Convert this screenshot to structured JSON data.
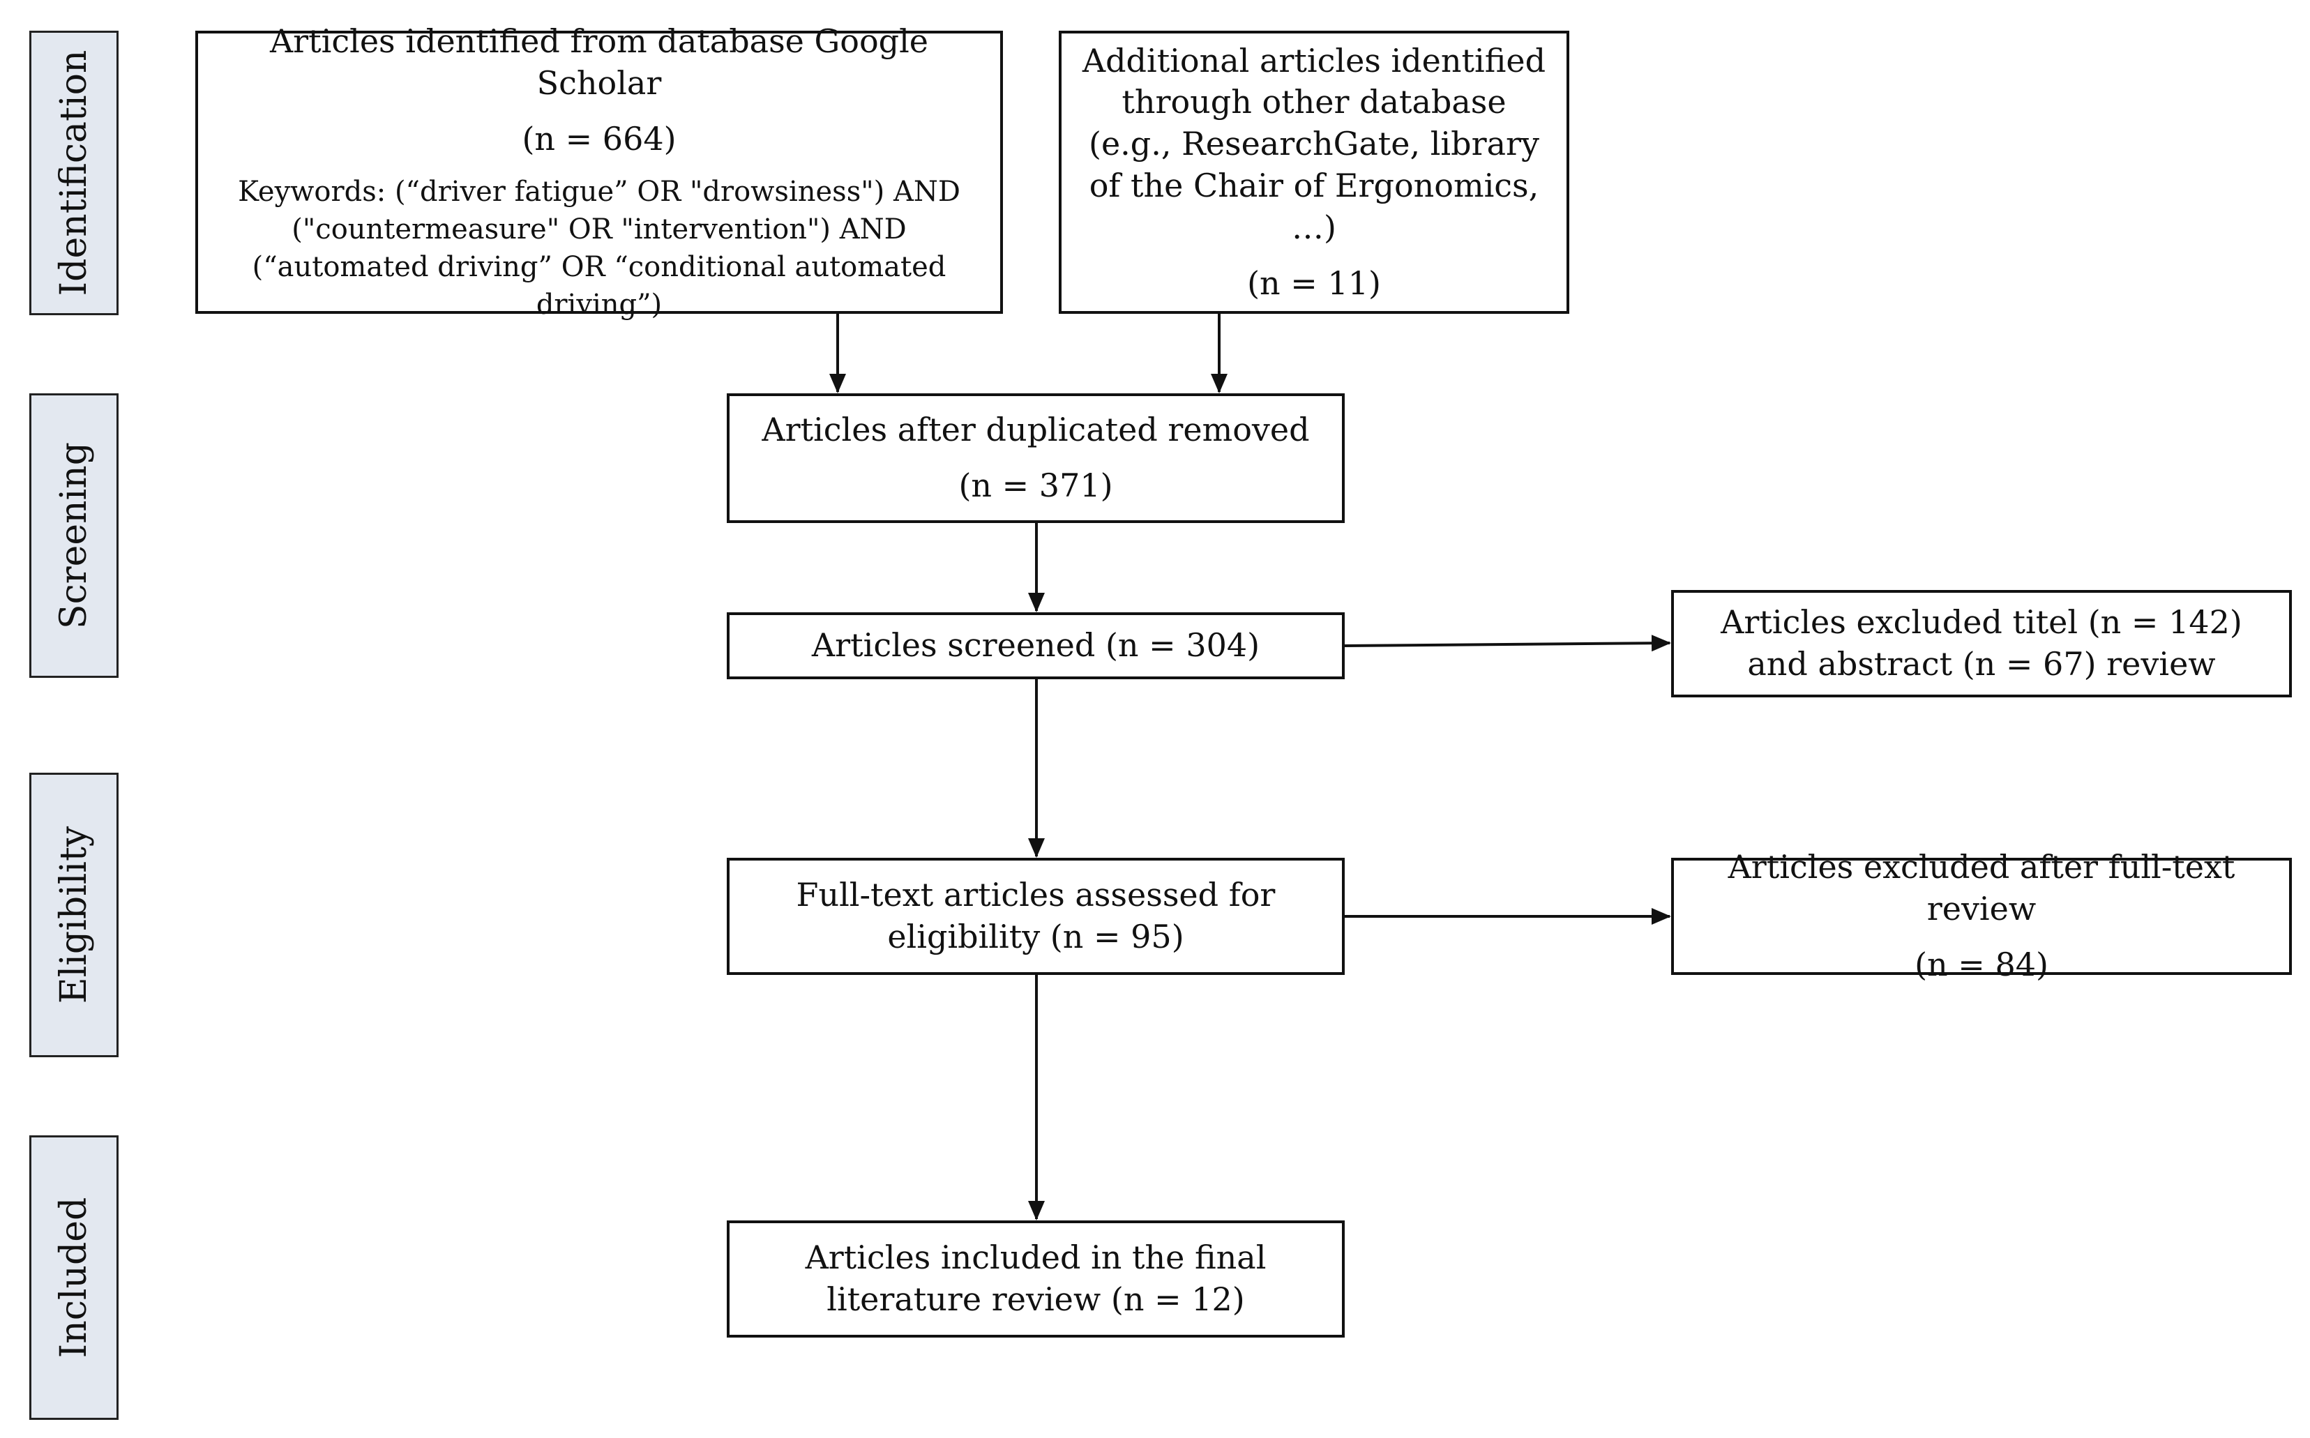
{
  "phases": [
    {
      "id": "identification",
      "label": "Identification"
    },
    {
      "id": "screening",
      "label": "Screening"
    },
    {
      "id": "eligibility",
      "label": "Eligibility"
    },
    {
      "id": "included",
      "label": "Included"
    }
  ],
  "boxes": {
    "google_scholar": {
      "title": "Articles identified from database Google Scholar",
      "count": "(n = 664)",
      "keywords": "Keywords: (“driver fatigue” OR \"drowsiness\") AND (\"countermeasure\" OR \"intervention\") AND (“automated driving” OR “conditional automated driving”)"
    },
    "other_database": {
      "title": "Additional articles identified through other database (e.g., ResearchGate, library of the Chair of Ergonomics, …)",
      "count": "(n = 11)"
    },
    "duplicates_removed": {
      "title": "Articles after duplicated removed",
      "count": "(n = 371)"
    },
    "screened": {
      "title": "Articles screened (n = 304)"
    },
    "excluded_title_abstract": {
      "title": "Articles excluded titel (n = 142) and abstract (n = 67) review"
    },
    "fulltext_assessed": {
      "title": "Full-text articles assessed for eligibility (n = 95)"
    },
    "excluded_fulltext": {
      "title": "Articles excluded after full-text review",
      "count": "(n = 84)"
    },
    "included_final": {
      "title": "Articles included in the final literature review (n = 12)"
    }
  },
  "colors": {
    "phase_fill": "#e3e8f0",
    "line": "#111111"
  }
}
